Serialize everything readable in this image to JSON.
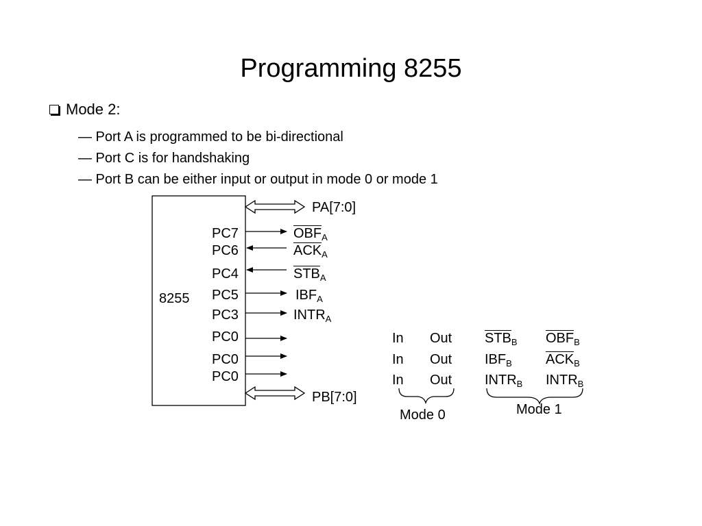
{
  "slide": {
    "title": "Programming 8255",
    "heading": "Mode 2:",
    "bullets": [
      "— Port A is programmed to be bi-directional",
      "— Port C is for handshaking",
      "— Port B can be either input or output in mode 0 or mode 1"
    ]
  },
  "diagram": {
    "chip_label": "8255",
    "port_a": "PA[7:0]",
    "port_b": "PB[7:0]",
    "pins": [
      {
        "pin": "PC7",
        "dir": "out",
        "signal": "OBF",
        "sub": "A",
        "overbar": true
      },
      {
        "pin": "PC6",
        "dir": "in",
        "signal": "ACK",
        "sub": "A",
        "overbar": true
      },
      {
        "pin": "PC4",
        "dir": "in",
        "signal": "STB",
        "sub": "A",
        "overbar": true
      },
      {
        "pin": "PC5",
        "dir": "out",
        "signal": "IBF",
        "sub": "A",
        "overbar": false
      },
      {
        "pin": "PC3",
        "dir": "out",
        "signal": "INTR",
        "sub": "A",
        "overbar": false
      },
      {
        "pin": "PC0",
        "dir": "out",
        "signal": "",
        "sub": "",
        "overbar": false
      },
      {
        "pin": "PC0",
        "dir": "out",
        "signal": "",
        "sub": "",
        "overbar": false
      },
      {
        "pin": "PC0",
        "dir": "out",
        "signal": "",
        "sub": "",
        "overbar": false
      }
    ],
    "mode_table": {
      "rows": [
        {
          "in": "In",
          "out": "Out",
          "m1a": "STB",
          "m1a_sub": "B",
          "m1a_bar": true,
          "m1b": "OBF",
          "m1b_sub": "B",
          "m1b_bar": true
        },
        {
          "in": "In",
          "out": "Out",
          "m1a": "IBF",
          "m1a_sub": "B",
          "m1a_bar": false,
          "m1b": "ACK",
          "m1b_sub": "B",
          "m1b_bar": true
        },
        {
          "in": "In",
          "out": "Out",
          "m1a": "INTR",
          "m1a_sub": "B",
          "m1a_bar": false,
          "m1b": "INTR",
          "m1b_sub": "B",
          "m1b_bar": false
        }
      ],
      "mode0_label": "Mode 0",
      "mode1_label": "Mode 1"
    }
  }
}
